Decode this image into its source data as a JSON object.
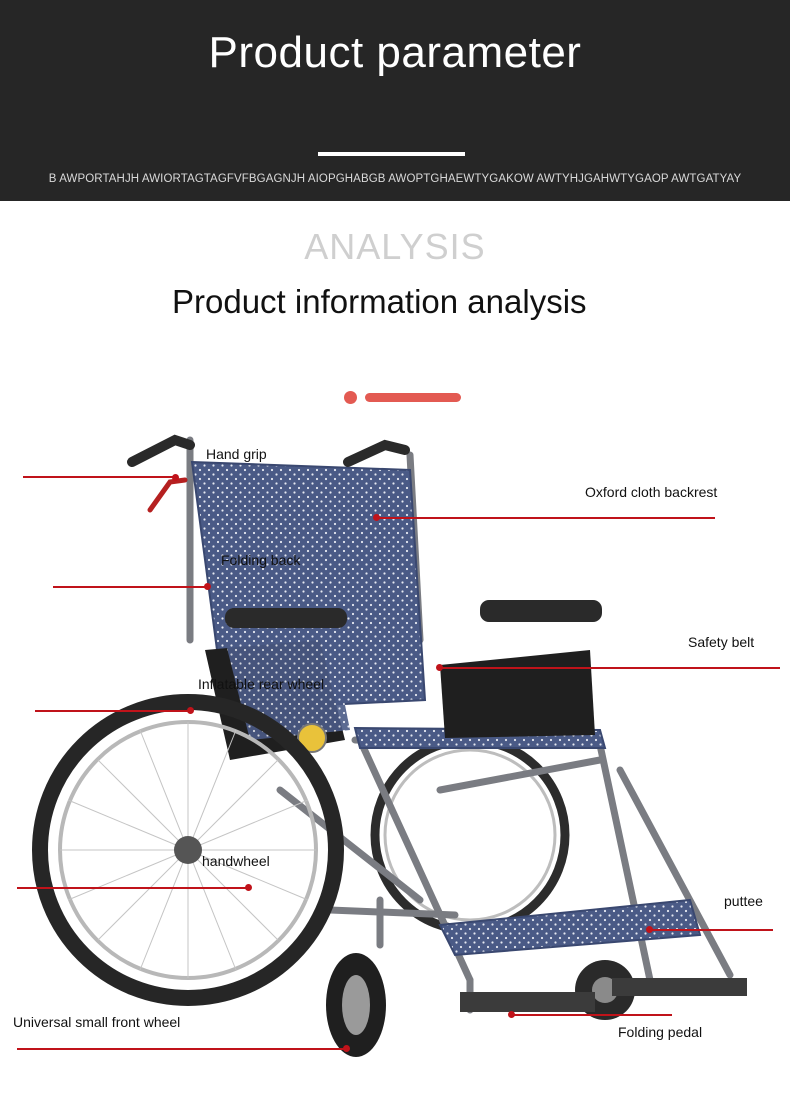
{
  "header": {
    "title": "Product parameter",
    "subtitle": "B AWPORTAHJH AWIORTAGTAGFVFBGAGNJH AIOPGHABGB AWOPTGHAEWTYGAKOW AWTYHJGAHWTYGAOP AWTGATYAY"
  },
  "section": {
    "watermark": "ANALYSIS",
    "title": "Product information analysis"
  },
  "colors": {
    "header_bg": "#262626",
    "accent": "#e35a52",
    "callout_line": "#c0131a",
    "fabric": "#4a5a86",
    "frame": "#7a7c82"
  },
  "callouts": {
    "hand_grip": "Hand grip",
    "oxford_backrest": "Oxford cloth backrest",
    "folding_back": "Folding back",
    "safety_belt": "Safety belt",
    "rear_wheel": "Inflatable rear wheel",
    "handwheel": "handwheel",
    "puttee": "puttee",
    "front_wheel": "Universal small front wheel",
    "folding_pedal": "Folding pedal"
  }
}
